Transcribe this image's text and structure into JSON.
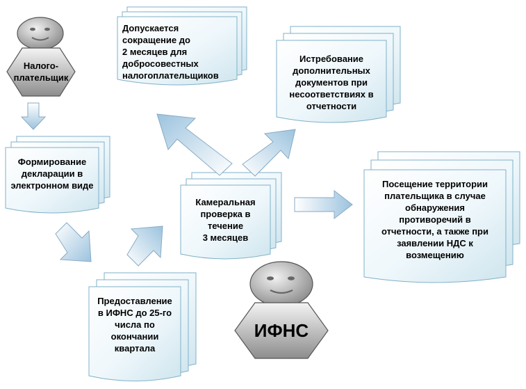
{
  "nodes": {
    "taxpayer": {
      "label": "Налого-\nплательщик"
    },
    "ifns": {
      "label": "ИФНС"
    },
    "formation": {
      "label": "Формирование\nдекларации в\nэлектронном виде"
    },
    "submission": {
      "label": "Предоставление\nв ИФНС до 25-го\nчисла по\nокончании\nквартала"
    },
    "audit": {
      "label": "Камеральная\nпроверка в\nтечение\n3 месяцев"
    },
    "reduction": {
      "label": "Допускается\nсокращение до\n2 месяцев для\nдобросовестных\nналогоплательщиков"
    },
    "documents": {
      "label": "Истребование\nдополнительных\nдокументов при\nнесоответствиях в\nотчетности"
    },
    "visit": {
      "label": "Посещение территории\nплательщика в случае\nобнаружения\nпротиворечий  в\nотчетности, а также при\nзаявлении НДС к\nвозмещению"
    }
  }
}
